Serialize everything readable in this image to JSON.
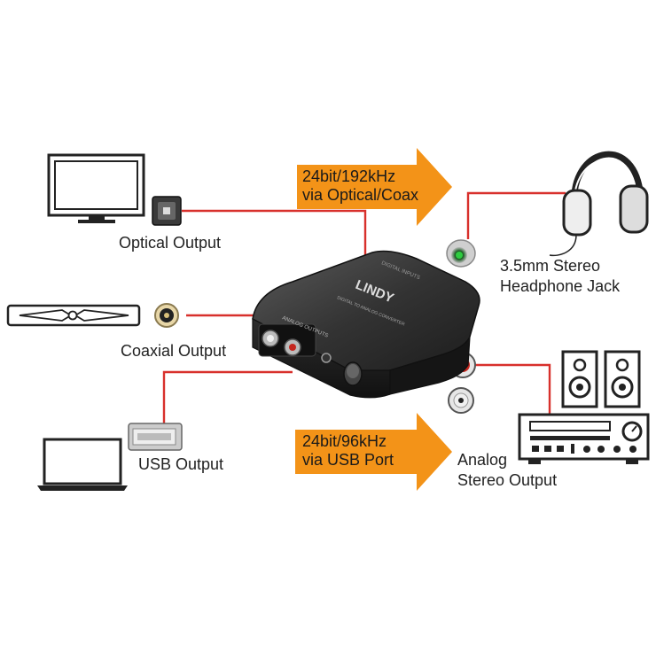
{
  "labels": {
    "optical_output": "Optical Output",
    "coaxial_output": "Coaxial Output",
    "usb_output": "USB Output",
    "headphone_line1": "3.5mm Stereo",
    "headphone_line2": "Headphone Jack",
    "analog_line1": "Analog",
    "analog_line2": "Stereo Output"
  },
  "arrows": {
    "optical": {
      "line1": "24bit/192kHz",
      "line2": "via Optical/Coax"
    },
    "usb": {
      "line1": "24bit/96kHz",
      "line2": "via USB Port"
    }
  },
  "device": {
    "brand": "LINDY",
    "subtitle": "DIGITAL TO ANALOG CONVERTER",
    "panel_label": "ANALOG OUTPUTS",
    "top_label": "DIGITAL INPUTS"
  },
  "colors": {
    "connector_line": "#d8302c",
    "arrow_fill": "#f39318",
    "device_body": "#2a2a2a"
  },
  "icons": [
    "tv-icon",
    "optical-plug-icon",
    "soundbar-icon",
    "rca-plug-icon",
    "usb-plug-icon",
    "laptop-icon",
    "headphones-icon",
    "jack-plug-icon",
    "speakers-icon",
    "amplifier-icon",
    "dac-device"
  ]
}
